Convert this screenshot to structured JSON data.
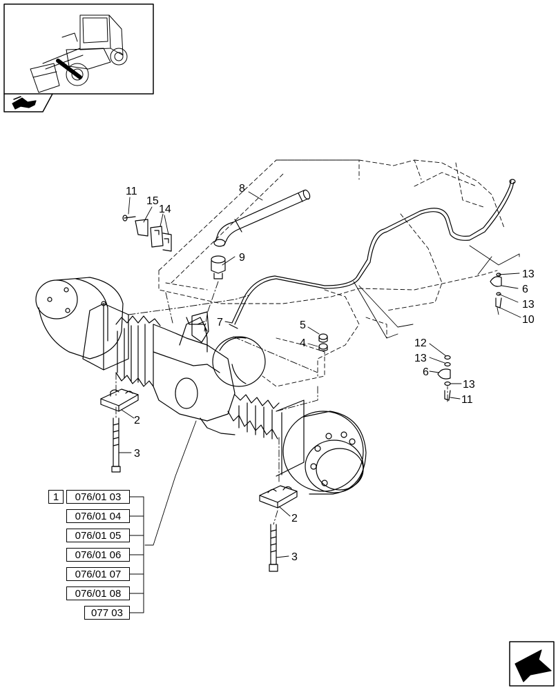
{
  "callouts": {
    "c11a": "11",
    "c15": "15",
    "c14": "14",
    "c8": "8",
    "c9": "9",
    "c7": "7",
    "c5": "5",
    "c4": "4",
    "c13a": "13",
    "c6a": "6",
    "c13b": "13",
    "c10": "10",
    "c12": "12",
    "c13c": "13",
    "c6b": "6",
    "c13d": "13",
    "c11b": "11",
    "c2a": "2",
    "c3a": "3",
    "c2b": "2",
    "c3b": "3"
  },
  "references": {
    "index": "1",
    "items": [
      "076/01 03",
      "076/01 04",
      "076/01 05",
      "076/01 06",
      "076/01 07",
      "076/01 08",
      "077 03"
    ]
  }
}
